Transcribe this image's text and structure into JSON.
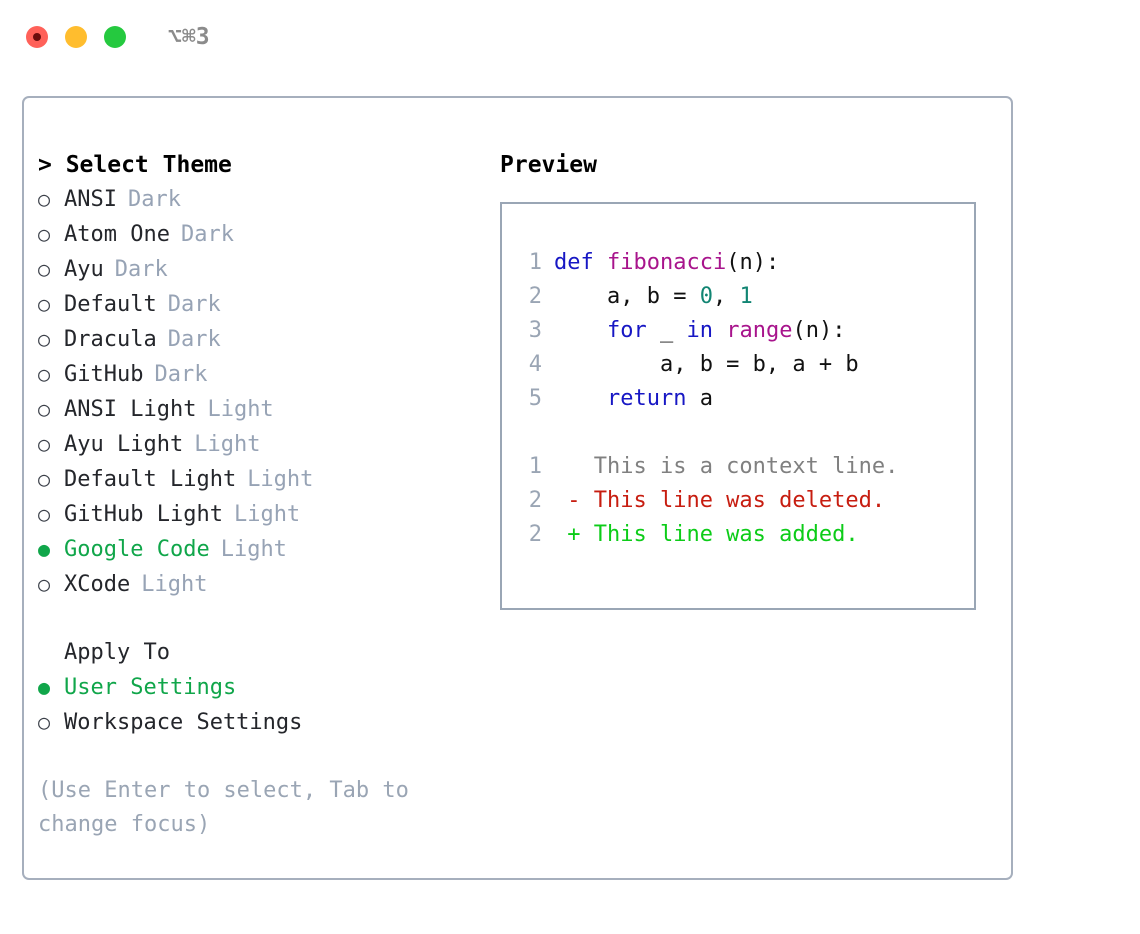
{
  "titlebar": {
    "shortcut": "⌥⌘3",
    "buttons": {
      "close": "close-button",
      "minimize": "minimize-button",
      "maximize": "maximize-button"
    }
  },
  "theme_picker": {
    "title": "> Select Theme",
    "marker_selected": "●",
    "marker_unselected": "○",
    "items": [
      {
        "name": "ANSI",
        "variant": "Dark",
        "selected": false
      },
      {
        "name": "Atom One",
        "variant": "Dark",
        "selected": false
      },
      {
        "name": "Ayu",
        "variant": "Dark",
        "selected": false
      },
      {
        "name": "Default",
        "variant": "Dark",
        "selected": false
      },
      {
        "name": "Dracula",
        "variant": "Dark",
        "selected": false
      },
      {
        "name": "GitHub",
        "variant": "Dark",
        "selected": false
      },
      {
        "name": "ANSI Light",
        "variant": "Light",
        "selected": false
      },
      {
        "name": "Ayu Light",
        "variant": "Light",
        "selected": false
      },
      {
        "name": "Default Light",
        "variant": "Light",
        "selected": false
      },
      {
        "name": "GitHub Light",
        "variant": "Light",
        "selected": false
      },
      {
        "name": "Google Code",
        "variant": "Light",
        "selected": true
      },
      {
        "name": "XCode",
        "variant": "Light",
        "selected": false
      }
    ]
  },
  "apply_to": {
    "title": "Apply To",
    "items": [
      {
        "name": "User Settings",
        "selected": true
      },
      {
        "name": "Workspace Settings",
        "selected": false
      }
    ]
  },
  "hint": "(Use Enter to select, Tab to change focus)",
  "preview": {
    "title": "Preview",
    "code_lines": [
      {
        "num": "1",
        "tokens": [
          {
            "t": "def ",
            "k": "kw"
          },
          {
            "t": "fibonacci",
            "k": "fn"
          },
          {
            "t": "(n):",
            "k": "pl"
          }
        ]
      },
      {
        "num": "2",
        "tokens": [
          {
            "t": "    a, b = ",
            "k": "pl"
          },
          {
            "t": "0",
            "k": "num"
          },
          {
            "t": ", ",
            "k": "pl"
          },
          {
            "t": "1",
            "k": "num"
          }
        ]
      },
      {
        "num": "3",
        "tokens": [
          {
            "t": "    ",
            "k": "pl"
          },
          {
            "t": "for",
            "k": "kw"
          },
          {
            "t": " _ ",
            "k": "pl"
          },
          {
            "t": "in",
            "k": "kw"
          },
          {
            "t": " ",
            "k": "pl"
          },
          {
            "t": "range",
            "k": "fn"
          },
          {
            "t": "(n):",
            "k": "pl"
          }
        ]
      },
      {
        "num": "4",
        "tokens": [
          {
            "t": "        a, b = b, a + b",
            "k": "pl"
          }
        ]
      },
      {
        "num": "5",
        "tokens": [
          {
            "t": "    ",
            "k": "pl"
          },
          {
            "t": "return",
            "k": "kw"
          },
          {
            "t": " a",
            "k": "pl"
          }
        ]
      }
    ],
    "diff_lines": [
      {
        "num": "1",
        "marker": " ",
        "text": "This is a context line.",
        "kind": "context"
      },
      {
        "num": "2",
        "marker": "-",
        "text": "This line was deleted.",
        "kind": "deleted"
      },
      {
        "num": "2",
        "marker": "+",
        "text": "This line was added.",
        "kind": "added"
      }
    ]
  },
  "colors": {
    "accent_green": "#10a64a",
    "muted": "#97a3b5",
    "border": "#a6afbd",
    "keyword": "#1717c4",
    "function": "#a8148c",
    "number": "#128573",
    "diff_deleted": "#c71d10",
    "diff_added": "#0ccc18",
    "diff_context": "#808080"
  }
}
